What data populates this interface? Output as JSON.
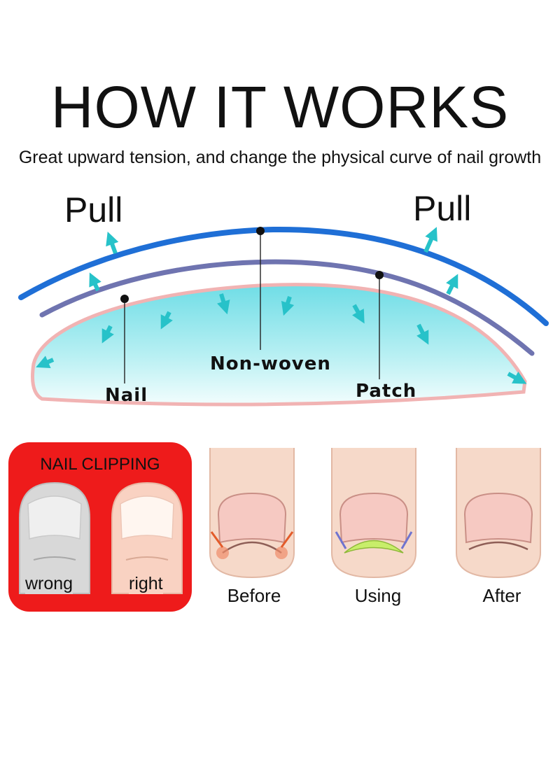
{
  "header": {
    "title": "HOW IT WORKS",
    "subtitle": "Great upward tension, and change the physical curve of nail growth"
  },
  "diagram": {
    "pull_left": "Pull",
    "pull_right": "Pull",
    "label_nonwoven": "Non-woven",
    "label_nail": "Nail",
    "label_patch": "Patch",
    "colors": {
      "nonwoven_curve": "#1f6fd6",
      "patch_curve": "#6f74b0",
      "nail_fill": "#7fe3ea",
      "arrow": "#27c2c9"
    }
  },
  "clipping": {
    "title": "NAIL CLIPPING",
    "wrong": "wrong",
    "right": "right",
    "panel_color": "#ee1b1b"
  },
  "stages": {
    "before": "Before",
    "using": "Using",
    "after": "After"
  }
}
